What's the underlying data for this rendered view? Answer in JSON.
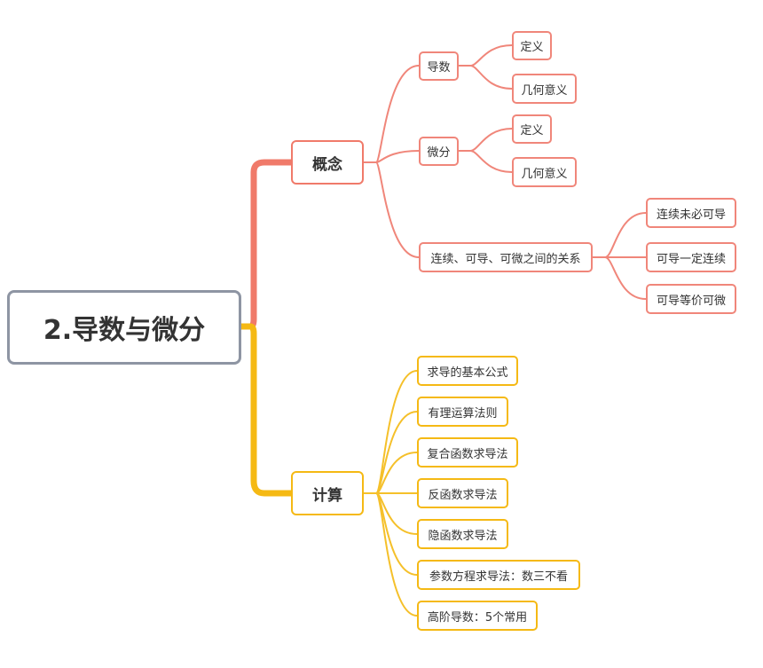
{
  "root": {
    "label": "2.导数与微分"
  },
  "concept": {
    "label": "概念",
    "derivative": {
      "label": "导数",
      "children": [
        "定义",
        "几何意义"
      ]
    },
    "differential": {
      "label": "微分",
      "children": [
        "定义",
        "几何意义"
      ]
    },
    "relation": {
      "label": "连续、可导、可微之间的关系",
      "children": [
        "连续未必可导",
        "可导一定连续",
        "可导等价可微"
      ]
    }
  },
  "calc": {
    "label": "计算",
    "children": [
      "求导的基本公式",
      "有理运算法则",
      "复合函数求导法",
      "反函数求导法",
      "隐函数求导法",
      "参数方程求导法：数三不看",
      "高阶导数：5个常用"
    ]
  },
  "colors": {
    "concept_branch": "#f07a6a",
    "calc_branch": "#f5b914",
    "root_border": "#8e95a3"
  }
}
